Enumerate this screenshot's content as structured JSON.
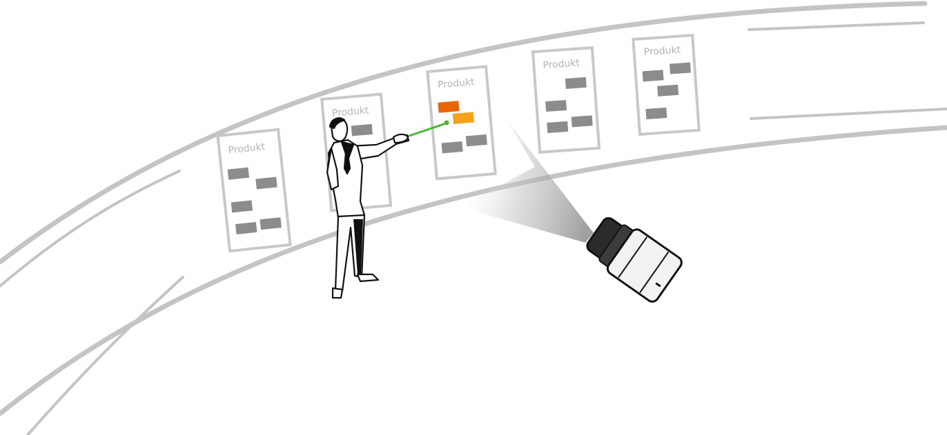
{
  "colors": {
    "track": "#c4c4c4",
    "card_border": "#c8c8c8",
    "card_label": "#b4b4b4",
    "bar_gray": "#8c8c8c",
    "bar_orange_dark": "#e8650a",
    "bar_orange_light": "#f5a21a",
    "laser": "#4fb43a",
    "camera_body": "#f2f2f2",
    "camera_lens": "#2b2b2b",
    "outline": "#111111"
  },
  "cards": [
    {
      "label": "Produkt",
      "highlighted": false,
      "bars": [
        "gray",
        "gray",
        "gray",
        "gray",
        "gray"
      ]
    },
    {
      "label": "Produkt",
      "highlighted": false,
      "bars": [
        "gray"
      ]
    },
    {
      "label": "Produkt",
      "highlighted": true,
      "bars": [
        "orange-dark",
        "orange-light",
        "gray",
        "gray"
      ]
    },
    {
      "label": "Produkt",
      "highlighted": false,
      "bars": [
        "gray",
        "gray",
        "gray",
        "gray"
      ]
    },
    {
      "label": "Produkt",
      "highlighted": false,
      "bars": [
        "gray",
        "gray",
        "gray",
        "gray"
      ]
    }
  ],
  "icons": {
    "presenter": "presenter-figure-icon",
    "camera": "camera-icon",
    "laser": "laser-pointer-icon"
  }
}
